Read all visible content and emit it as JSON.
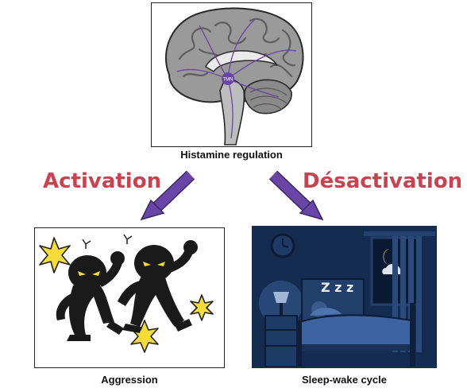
{
  "nodes": {
    "top": {
      "caption": "Histamine regulation",
      "nucleus_label": "TMN"
    },
    "left": {
      "caption": "Aggression"
    },
    "right": {
      "caption": "Sleep-wake cycle",
      "sleep_text": "Z z z"
    }
  },
  "edges": {
    "left": {
      "label": "Activation"
    },
    "right": {
      "label": "Désactivation"
    }
  },
  "colors": {
    "label": "#c8434f",
    "arrow": "#6a45a8",
    "night_bg": "#142c50",
    "brain_gray": "#8f8f8f",
    "spark_yellow": "#f5dc3a"
  },
  "icons": [
    "brain-illustration",
    "fighting-figures-illustration",
    "night-bedroom-illustration"
  ]
}
